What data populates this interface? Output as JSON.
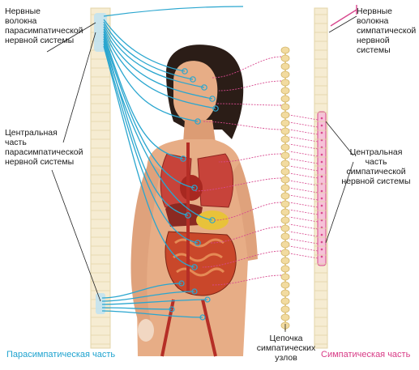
{
  "labels": {
    "para_fibers": "Нервные\nволокна\nпарасимпатической\nнервной системы",
    "para_central": "Центральная\nчасть\nпарасимпатической\nнервной системы",
    "symp_fibers": "Нервные\nволокна\nсимпатической\nнервной системы",
    "symp_central": "Центральная\nчасть\nсимпатической\nнервной системы",
    "chain": "Цепочка\nсимпатических\nузлов",
    "para_part": "Парасимпатическая  часть",
    "symp_part": "Симпатическая часть"
  },
  "colors": {
    "parasympathetic": "#2aa6cf",
    "sympathetic": "#d8488e",
    "skin": "#e7ad86",
    "hair": "#2b1d17",
    "organs": "#b5302a",
    "spine": "#f3e3b5"
  }
}
